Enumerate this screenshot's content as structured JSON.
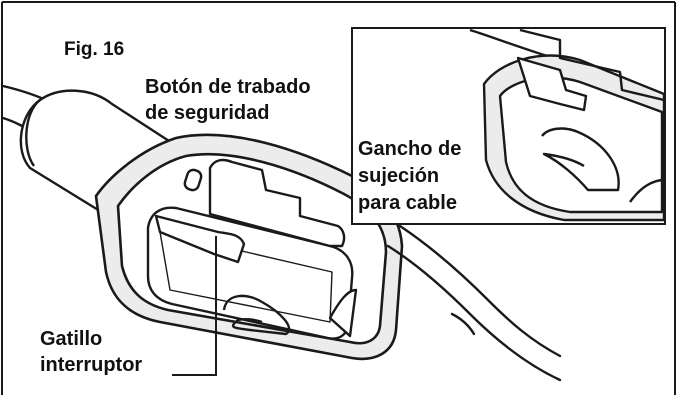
{
  "figure": {
    "title": "Fig. 16",
    "labels": {
      "safety_lock": [
        "Botón de trabado",
        "de seguridad"
      ],
      "cable_hook": [
        "Gancho de",
        "sujeción",
        "para cable"
      ],
      "trigger": [
        "Gatillo",
        "interruptor"
      ]
    }
  },
  "colors": {
    "line": "#1a1a1a",
    "grip_fill": "#ececec",
    "background": "#ffffff"
  }
}
